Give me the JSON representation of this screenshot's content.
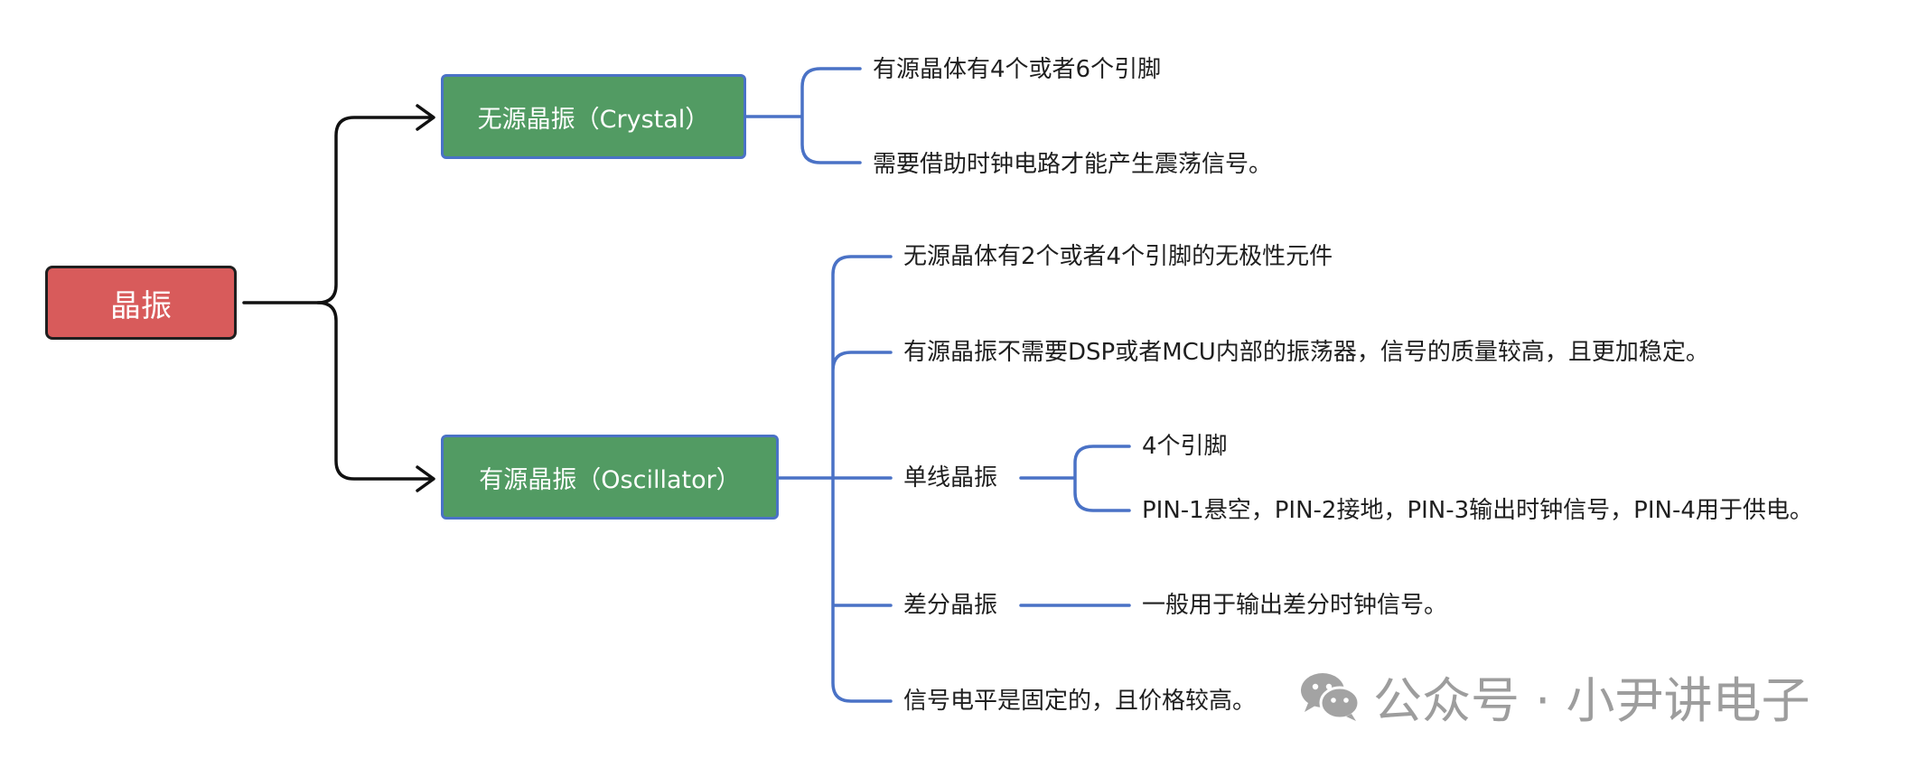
{
  "diagram": {
    "root": {
      "label": "晶振"
    },
    "branches": [
      {
        "label": "无源晶振（Crystal）",
        "children": [
          {
            "label": "有源晶体有4个或者6个引脚"
          },
          {
            "label": "需要借助时钟电路才能产生震荡信号。"
          }
        ]
      },
      {
        "label": "有源晶振（Oscillator）",
        "children": [
          {
            "label": "无源晶体有2个或者4个引脚的无极性元件"
          },
          {
            "label": "有源晶振不需要DSP或者MCU内部的振荡器，信号的质量较高，且更加稳定。"
          },
          {
            "label": "单线晶振",
            "children": [
              {
                "label": "4个引脚"
              },
              {
                "label": "PIN-1悬空，PIN-2接地，PIN-3输出时钟信号，PIN-4用于供电。"
              }
            ]
          },
          {
            "label": "差分晶振",
            "children": [
              {
                "label": "一般用于输出差分时钟信号。"
              }
            ]
          },
          {
            "label": "信号电平是固定的，且价格较高。"
          }
        ]
      }
    ]
  },
  "watermark": {
    "icon": "wechat-icon",
    "text": "公众号 · 小尹讲电子"
  },
  "colors": {
    "root_fill": "#d85b5b",
    "branch_fill": "#529b63",
    "branch_border": "#4a72c6",
    "connector_blue": "#4a72c6",
    "connector_black": "#111111",
    "watermark": "#9d9d9d"
  }
}
